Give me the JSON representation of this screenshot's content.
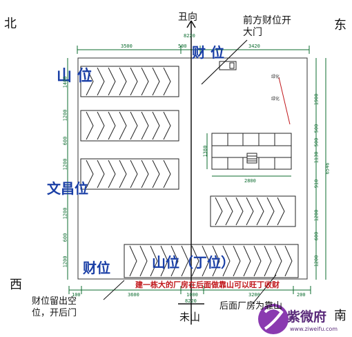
{
  "directions": {
    "north": "北",
    "east": "东",
    "west": "西",
    "south": "南"
  },
  "orientation": {
    "top": "丑向",
    "bottom": "未山"
  },
  "labels": {
    "shan_wei": "山 位",
    "cai_wei_top": "财 位",
    "wenchang_wei": "文昌位",
    "cai_wei_bottom": "财位",
    "shan_ding_wei": "山位（丁位）"
  },
  "notes": {
    "front_door": "前方财位开\n大门",
    "leave_empty": "财位留出空\n位，开后门",
    "back_building": "后面厂房为靠山",
    "red_note": "建一栋大的厂房在后面做靠山可以旺丁收财"
  },
  "dimensions": {
    "top": [
      "3500",
      "500",
      "3420"
    ],
    "top_inner": "8220",
    "bottom": [
      "100",
      "3600",
      "1000",
      "3200",
      "200"
    ],
    "bottom_total": "8220",
    "left": [
      "1400",
      "1200",
      "600",
      "1200",
      "1200",
      "600",
      "1200"
    ],
    "right": [
      "1900",
      "500",
      "500",
      "1130",
      "910",
      "1200",
      "600",
      "1200"
    ],
    "right_total": "6546",
    "inner_h": "1380",
    "inner_w": "2800"
  },
  "building_small_text": [
    "绿化",
    "绿化"
  ],
  "watermark": {
    "brand": "紫微府",
    "url": "www.ziweifu.com"
  },
  "colors": {
    "green": "#0b6b2e",
    "blue": "#1a3fa6",
    "red": "#c0161a",
    "purple": "#7a2f9e"
  }
}
